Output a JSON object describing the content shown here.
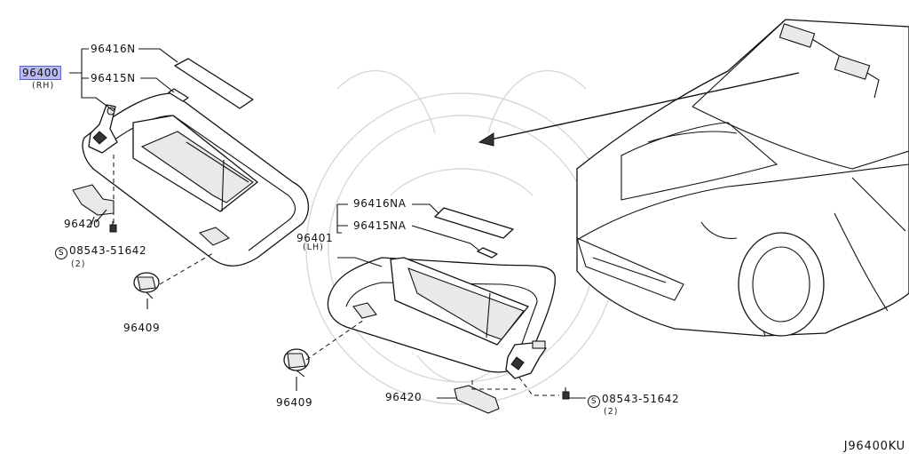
{
  "diagram": {
    "labels": {
      "rh_assembly": "96400",
      "rh_side": "(RH)",
      "rh_mirror_label": "96416N",
      "rh_caution_label": "96415N",
      "rh_bracket": "96420",
      "rh_screw": "08543-51642",
      "rh_screw_qty": "(2)",
      "rh_holder": "96409",
      "lh_assembly": "96401",
      "lh_side": "(LH)",
      "lh_mirror_label": "96416NA",
      "lh_caution_label": "96415NA",
      "lh_holder": "96409",
      "lh_bracket": "96420",
      "lh_screw": "08543-51642",
      "lh_screw_qty": "(2)",
      "screw_symbol": "S",
      "diagram_code": "J96400KU"
    },
    "highlight_color": "#b9bbf0"
  }
}
